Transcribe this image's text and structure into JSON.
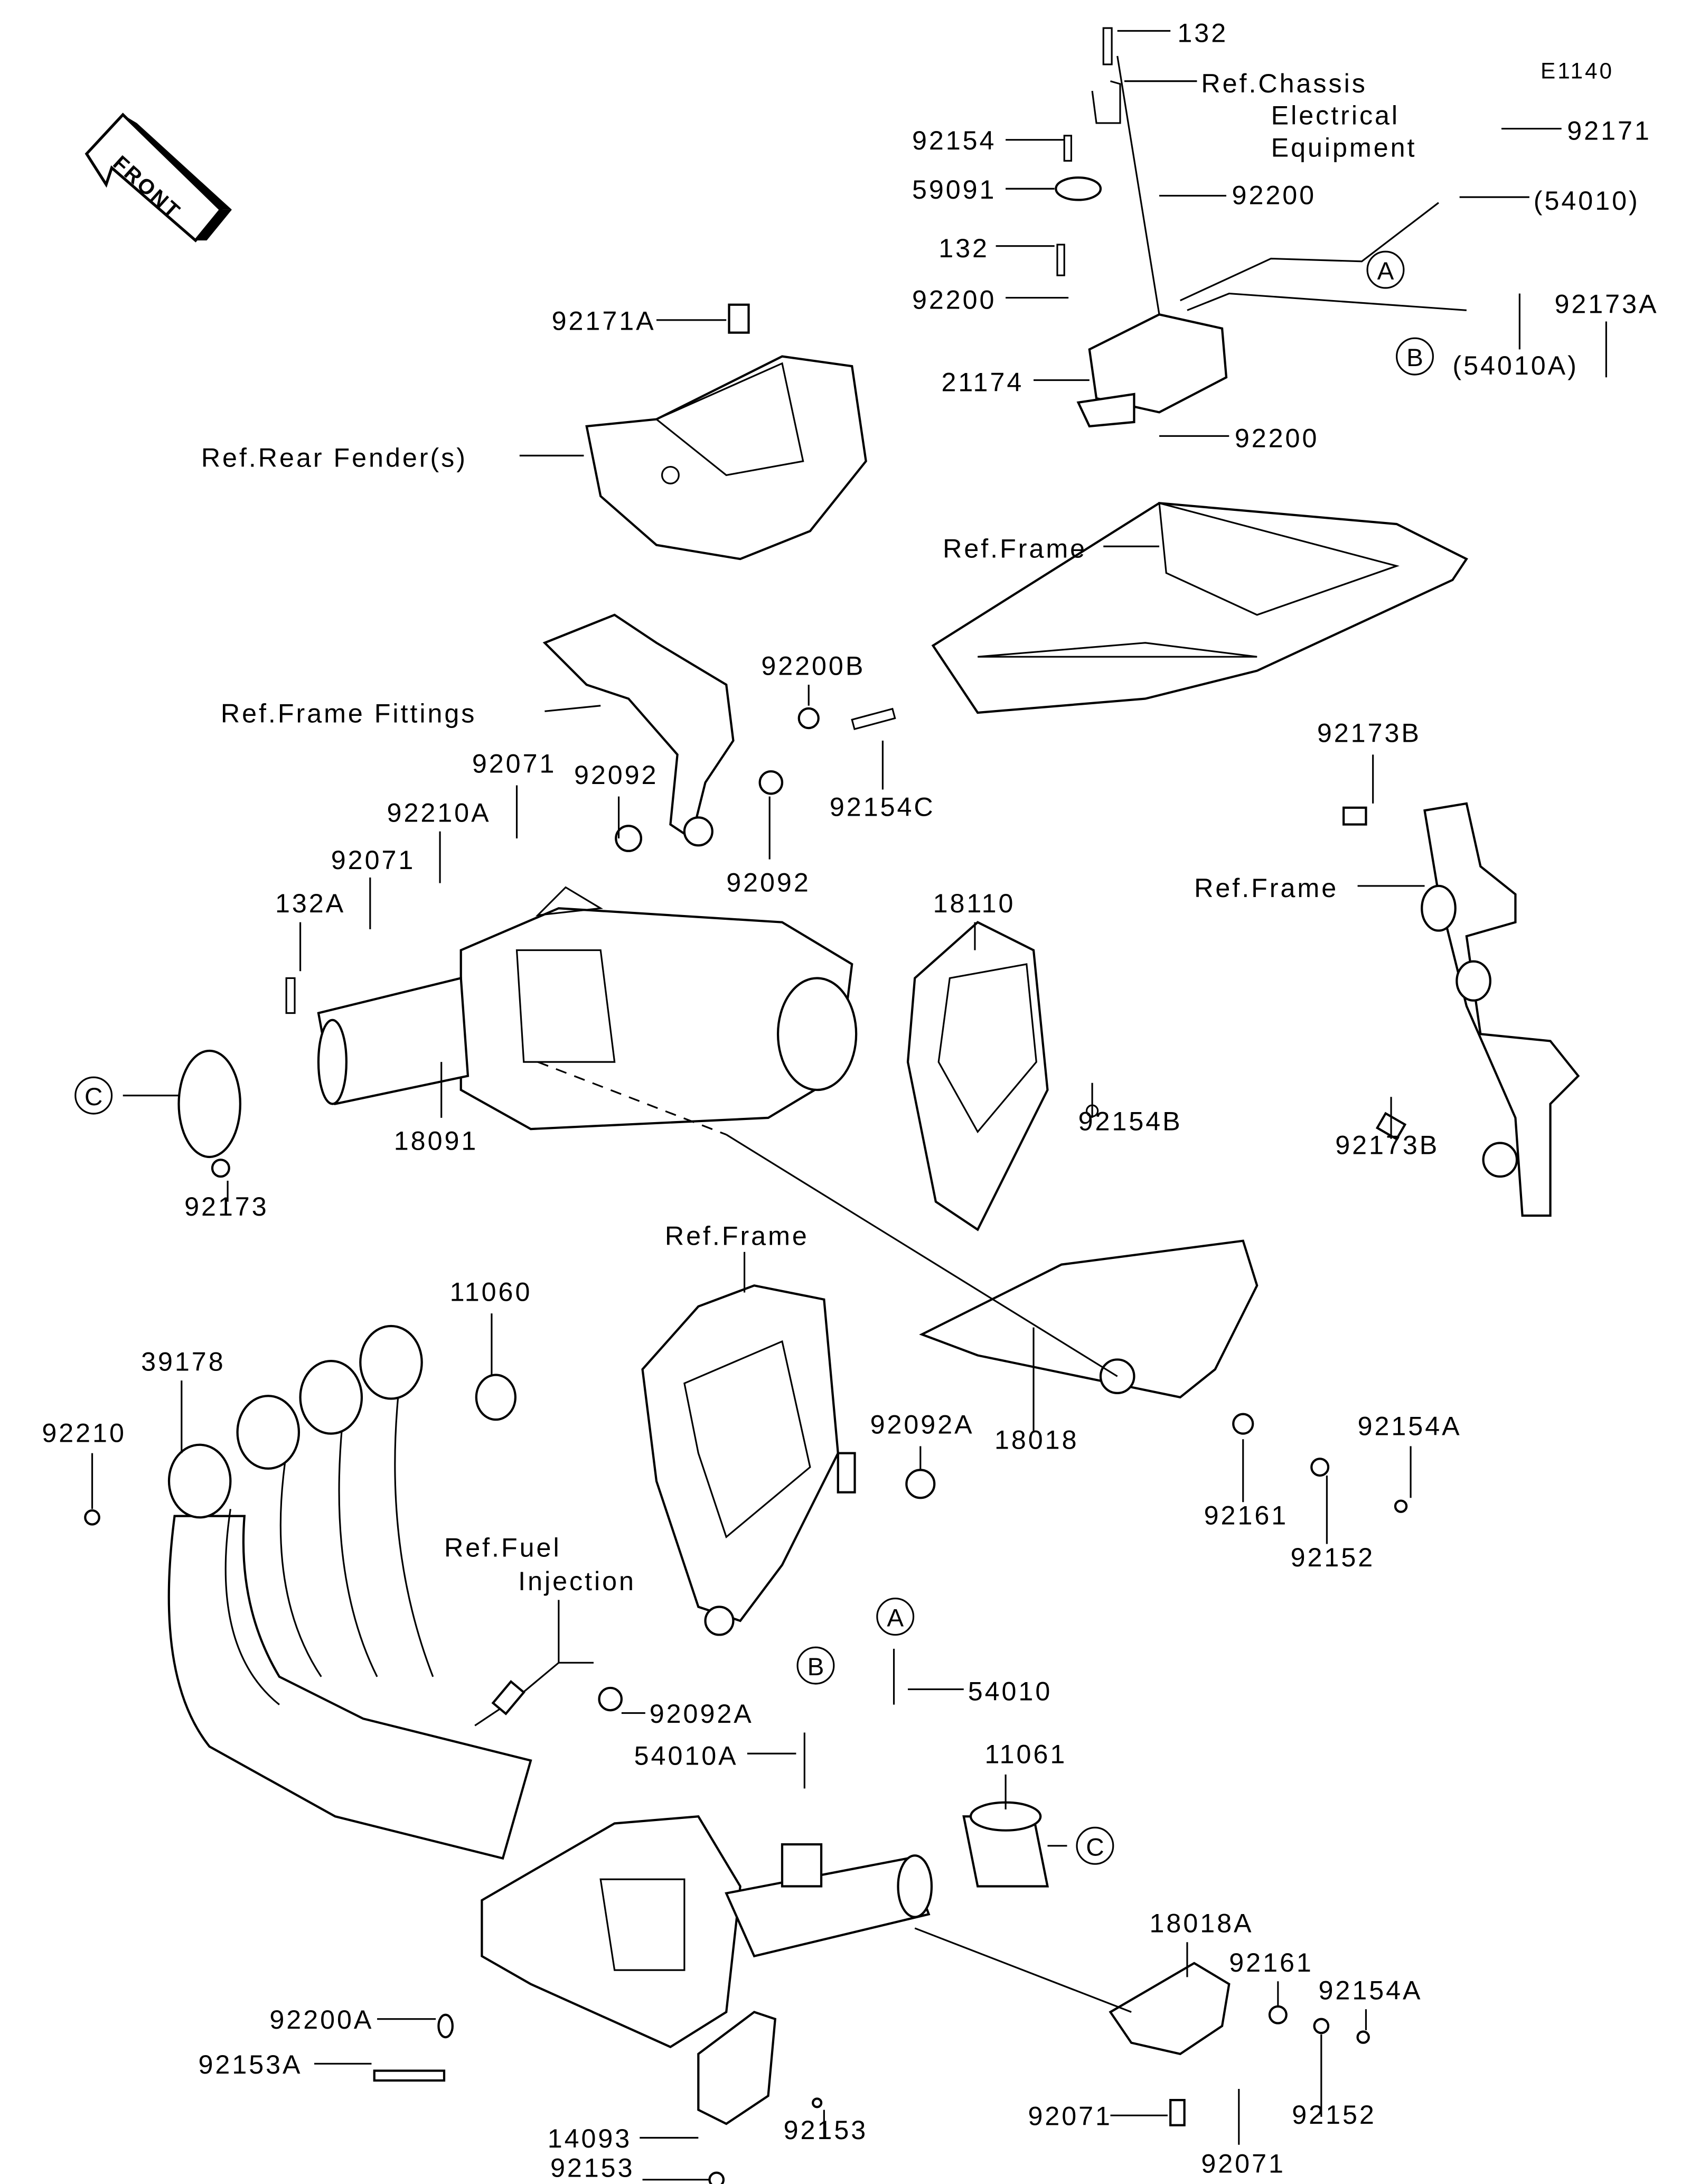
{
  "diagram_code": "E1140",
  "front_logo": "FRONT",
  "labels": [
    "132",
    "Ref.Chassis",
    "Electrical",
    "Equipment",
    "E1140",
    "92171",
    "92154",
    "59091",
    "92200",
    "(54010)",
    "132",
    "92200",
    "92173A",
    "(54010A)",
    "21174",
    "92200",
    "92171A",
    "Ref.Rear Fender(s)",
    "Ref.Frame",
    "Ref.Frame Fittings",
    "92200B",
    "92154C",
    "92071",
    "92092",
    "92210A",
    "92092",
    "92071",
    "132A",
    "18110",
    "92173B",
    "Ref.Frame",
    "92173B",
    "18091",
    "92154B",
    "92173",
    "Ref.Frame",
    "11060",
    "39178",
    "92092A",
    "18018",
    "92210",
    "92154A",
    "92161",
    "92152",
    "Ref.Fuel",
    "Injection",
    "54010",
    "92092A",
    "54010A",
    "11061",
    "18018A",
    "92161",
    "92154A",
    "92200A",
    "92153A",
    "92071",
    "14093",
    "92153",
    "92152",
    "92153",
    "92071"
  ],
  "connectors": [
    "A",
    "B",
    "C",
    "A",
    "B",
    "C"
  ]
}
